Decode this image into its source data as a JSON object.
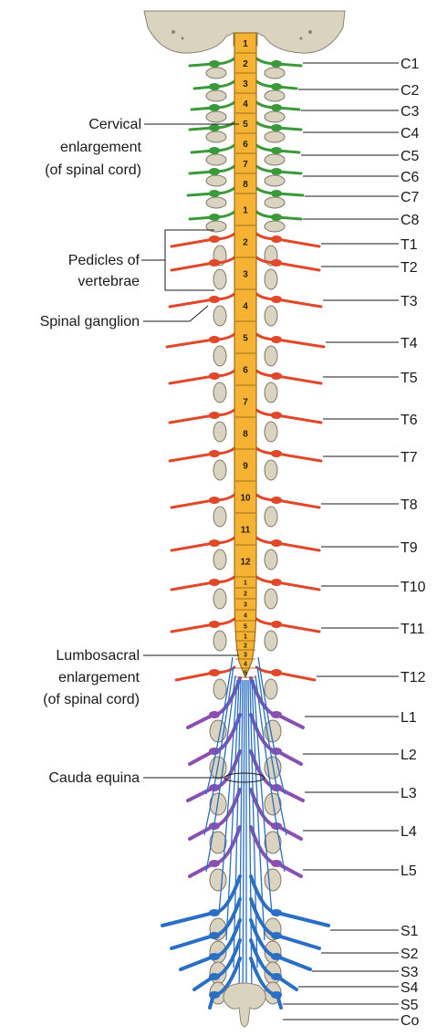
{
  "right_labels": [
    "C1",
    "C2",
    "C3",
    "C4",
    "C5",
    "C6",
    "C7",
    "C8",
    "T1",
    "T2",
    "T3",
    "T4",
    "T5",
    "T6",
    "T7",
    "T8",
    "T9",
    "T10",
    "T11",
    "T12",
    "L1",
    "L2",
    "L3",
    "L4",
    "L5",
    "S1",
    "S2",
    "S3",
    "S4",
    "S5",
    "Co"
  ],
  "left_labels": {
    "cervical_1": "Cervical",
    "cervical_2": "enlargement",
    "cervical_3": "(of spinal cord)",
    "pedicles_1": "Pedicles of",
    "pedicles_2": "vertebrae",
    "ganglion": "Spinal ganglion",
    "lumbo_1": "Lumbosacral",
    "lumbo_2": "enlargement",
    "lumbo_3": "(of spinal cord)",
    "cauda": "Cauda equina"
  },
  "cord_segments": {
    "cervical": [
      "1",
      "2",
      "3",
      "4",
      "5",
      "6",
      "7",
      "8"
    ],
    "thoracic": [
      "1",
      "2",
      "3",
      "4",
      "5",
      "6",
      "7",
      "8",
      "9",
      "10",
      "11",
      "12"
    ],
    "lumbar": [
      "1",
      "2",
      "3",
      "4",
      "5"
    ],
    "sacral": [
      "1",
      "2",
      "3",
      "4",
      "5"
    ]
  },
  "colors": {
    "cervical_nerve": "#3a9a3a",
    "thoracic_nerve": "#e0482a",
    "lumbar_nerve": "#8a4fb0",
    "sacral_nerve": "#2a6fc4",
    "cord": "#f5b233",
    "bone": "#d9d3c0"
  }
}
